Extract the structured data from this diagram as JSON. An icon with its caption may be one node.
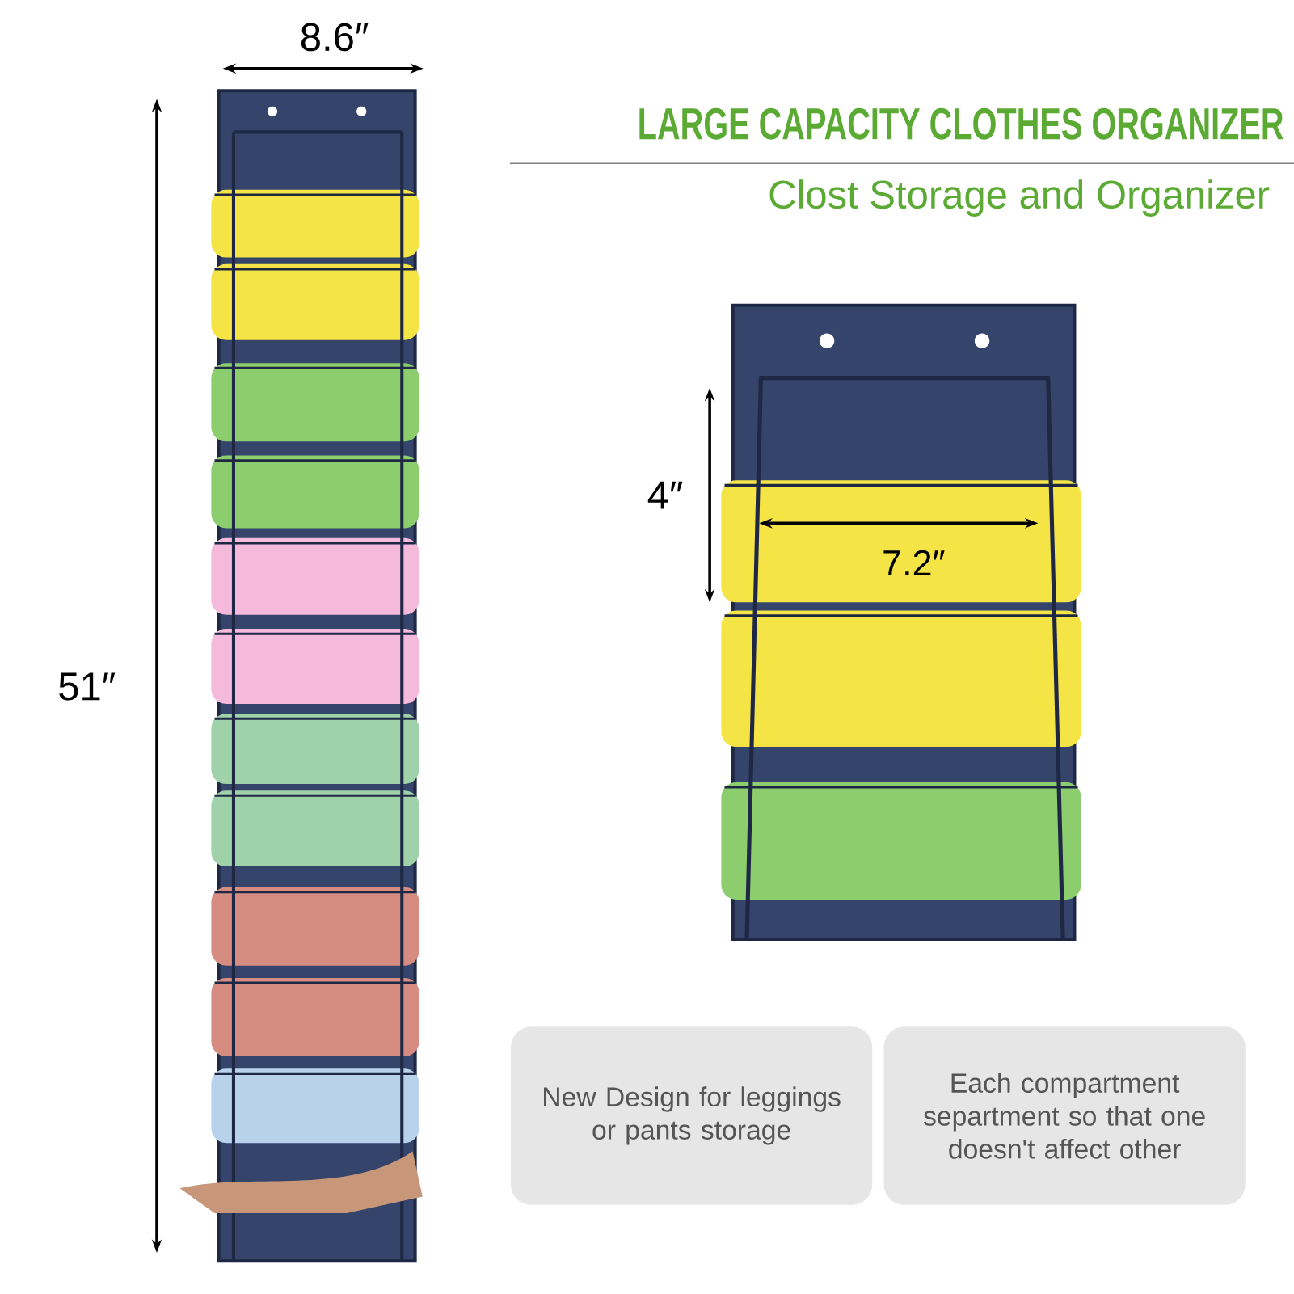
{
  "diagram": {
    "title": "LARGE CAPACITY CLOTHES ORGANIZER",
    "nodes": [
      {
        "text": [
          "New Design for leggings or pants storage"
        ]
      },
      {
        "text": [
          "Each compartment separtment so that one doesn't affect other"
        ]
      }
    ],
    "labels": [
      "Clost Storage and Organizer",
      "8.6″",
      "51″",
      "4″",
      "7.2″"
    ]
  }
}
